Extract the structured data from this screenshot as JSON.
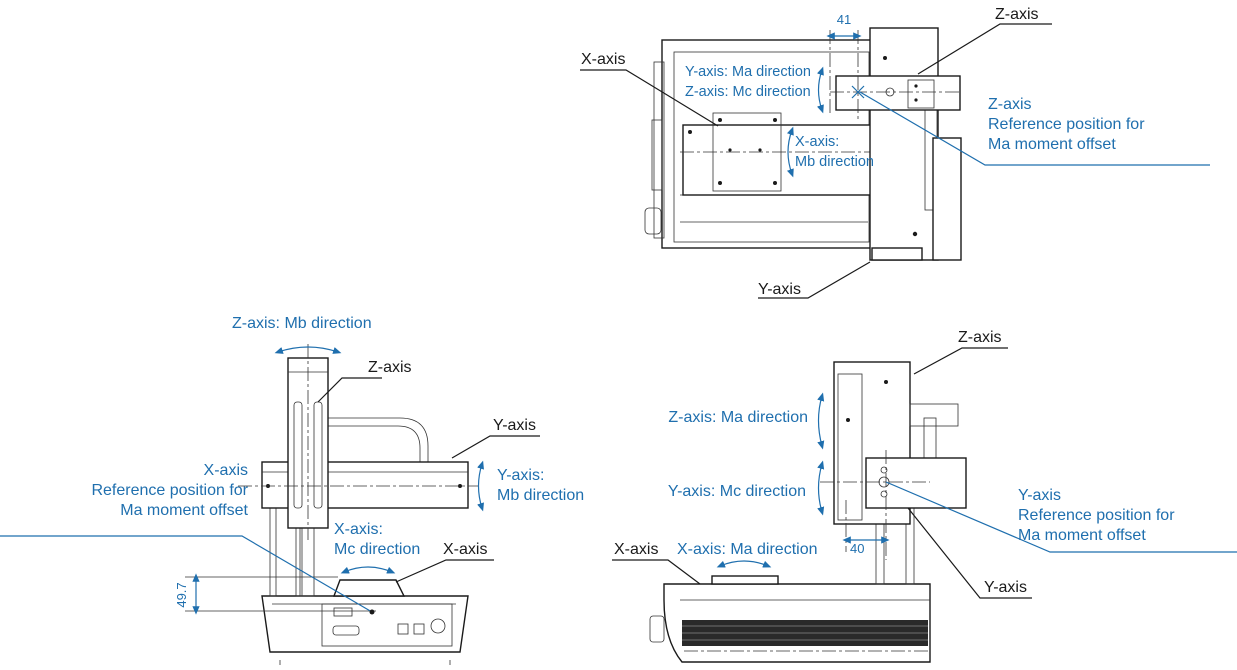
{
  "top_view": {
    "dimension_41": "41",
    "label_x_axis": "X-axis",
    "label_z_axis": "Z-axis",
    "label_y_axis": "Y-axis",
    "y_axis_ma_direction": "Y-axis: Ma direction",
    "z_axis_mc_direction": "Z-axis: Mc direction",
    "x_axis_mb_line1": "X-axis:",
    "x_axis_mb_line2": "Mb direction",
    "z_ref_line1": "Z-axis",
    "z_ref_line2": "Reference position for",
    "z_ref_line3": "Ma moment offset"
  },
  "front_view": {
    "z_axis_mb_direction": "Z-axis: Mb direction",
    "label_z_axis": "Z-axis",
    "label_y_axis": "Y-axis",
    "label_x_axis": "X-axis",
    "x_ref_line1": "X-axis",
    "x_ref_line2": "Reference position for",
    "x_ref_line3": "Ma moment offset",
    "y_axis_mb_line1": "Y-axis:",
    "y_axis_mb_line2": "Mb direction",
    "x_axis_mc_line1": "X-axis:",
    "x_axis_mc_line2": "Mc direction",
    "dimension_49_7": "49.7"
  },
  "side_view": {
    "label_z_axis": "Z-axis",
    "label_x_axis": "X-axis",
    "label_y_axis": "Y-axis",
    "z_axis_ma_direction": "Z-axis: Ma direction",
    "y_axis_mc_direction": "Y-axis: Mc direction",
    "x_axis_ma_direction": "X-axis: Ma direction",
    "dimension_40": "40",
    "y_ref_line1": "Y-axis",
    "y_ref_line2": "Reference position for",
    "y_ref_line3": "Ma moment offset"
  },
  "colors": {
    "annotation": "#1f6fae",
    "line": "#1a1a1a"
  }
}
